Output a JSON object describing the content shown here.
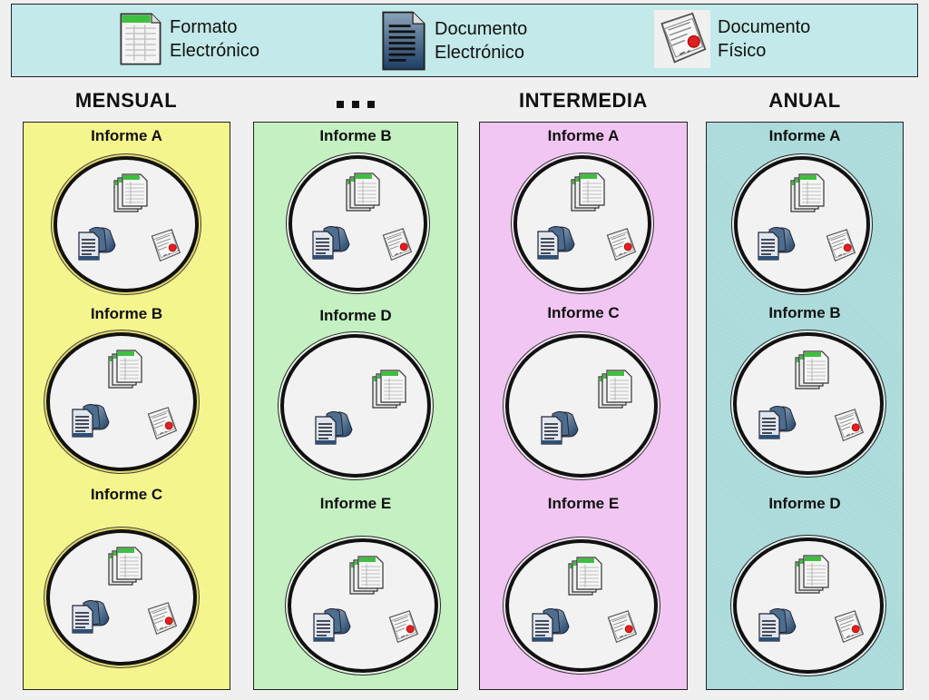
{
  "legend": {
    "items": [
      {
        "icon": "spreadsheet-file-icon",
        "label": "Formato\nElectrónico"
      },
      {
        "icon": "text-document-icon",
        "label": "Documento\nElectrónico"
      },
      {
        "icon": "sealed-paper-document-icon",
        "label": "Documento\nFísico"
      }
    ]
  },
  "columns": [
    {
      "title": "MENSUAL",
      "color": "#f5f58e",
      "groups": [
        {
          "title": "Informe A",
          "icons": [
            "formato-electronico",
            "documento-electronico",
            "documento-fisico"
          ]
        },
        {
          "title": "Informe B",
          "icons": [
            "formato-electronico",
            "documento-electronico",
            "documento-fisico"
          ]
        },
        {
          "title": "Informe C",
          "icons": [
            "formato-electronico",
            "documento-electronico",
            "documento-fisico"
          ]
        }
      ]
    },
    {
      "title": "...",
      "color": "#c4f0c2",
      "groups": [
        {
          "title": "Informe B",
          "icons": [
            "formato-electronico",
            "documento-electronico",
            "documento-fisico"
          ]
        },
        {
          "title": "Informe D",
          "icons": [
            "formato-electronico",
            "documento-electronico"
          ]
        },
        {
          "title": "Informe E",
          "icons": [
            "formato-electronico",
            "documento-electronico",
            "documento-fisico"
          ]
        }
      ]
    },
    {
      "title": "INTERMEDIA",
      "color": "#f1c6f2",
      "groups": [
        {
          "title": "Informe A",
          "icons": [
            "formato-electronico",
            "documento-electronico",
            "documento-fisico"
          ]
        },
        {
          "title": "Informe C",
          "icons": [
            "formato-electronico",
            "documento-electronico"
          ]
        },
        {
          "title": "Informe E",
          "icons": [
            "formato-electronico",
            "documento-electronico",
            "documento-fisico"
          ]
        }
      ]
    },
    {
      "title": "ANUAL",
      "color": "#a9d9d9",
      "groups": [
        {
          "title": "Informe A",
          "icons": [
            "formato-electronico",
            "documento-electronico",
            "documento-fisico"
          ]
        },
        {
          "title": "Informe B",
          "icons": [
            "formato-electronico",
            "documento-electronico",
            "documento-fisico"
          ]
        },
        {
          "title": "Informe D",
          "icons": [
            "formato-electronico",
            "documento-electronico",
            "documento-fisico"
          ]
        }
      ]
    }
  ]
}
